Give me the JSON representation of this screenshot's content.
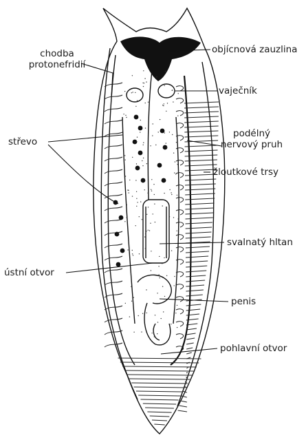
{
  "labels": {
    "chodba_protonefridii": [
      "chodba",
      "protonefridií"
    ],
    "strevo": "střevo",
    "ustni_otvor": "ústní otvor",
    "objicnova_zauzlina": "objícnová zauzlina",
    "vajecnik": "vaječník",
    "podelny_nervovy_pruh": [
      "podélný",
      "nervový pruh"
    ],
    "zloutkove_trsy": "žloutkové trsy",
    "svalnaty_hltan": "svalnatý hltan",
    "penis": "penis",
    "pohlavni_otvor": "pohlavní otvor"
  }
}
